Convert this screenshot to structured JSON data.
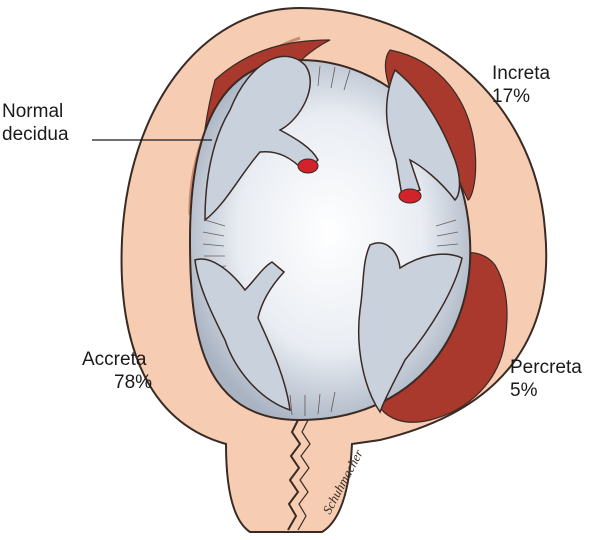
{
  "labels": {
    "normal_decidua": {
      "line1": "Normal",
      "line2": "decidua"
    },
    "increta": {
      "name": "Increta",
      "percent": "17%"
    },
    "accreta": {
      "name": "Accreta",
      "percent": "78%"
    },
    "percreta": {
      "name": "Percreta",
      "percent": "5%"
    }
  },
  "signature": "Schuhmacher",
  "colors": {
    "uterine_wall": "#f6cdb3",
    "wall_outline": "#3a2a24",
    "placenta": "#a8392c",
    "amniotic_cavity": "#e6ebf2",
    "villi": "#c9d1dd",
    "villus_tip": "#d2232a"
  }
}
